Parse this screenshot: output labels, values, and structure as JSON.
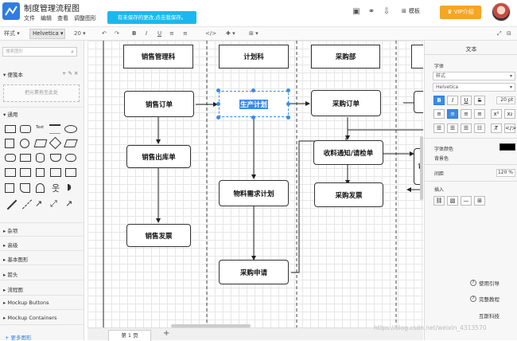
{
  "app": {
    "title": "制度管理流程图",
    "menu": [
      "文件",
      "编辑",
      "查看",
      "调整图形"
    ],
    "save_warning": "有未保存的更改,点击我保存。",
    "template_label": "模板",
    "vip_label": "VIP介绍"
  },
  "toolbar": {
    "style_label": "样式",
    "font": "Helvetica",
    "font_size": "20",
    "bold": "B",
    "italic": "I",
    "underline": "U",
    "code": "</>"
  },
  "sidebar": {
    "search_placeholder": "搜索图形",
    "scratchpad_title": "便笺本",
    "scratchpad_drop": "把元素拖至此处",
    "general_title": "通用",
    "text_shape_label": "Text",
    "categories": [
      "杂项",
      "高级",
      "基本图形",
      "箭头",
      "流程图",
      "Mockup Buttons",
      "Mockup Containers"
    ],
    "more_shapes": "+ 更多图形"
  },
  "diagram": {
    "lanes": [
      {
        "header": "销售管理科"
      },
      {
        "header": "计划科"
      },
      {
        "header": "采购部"
      }
    ],
    "nodes": {
      "sales_order": "销售订单",
      "sales_outbound": "销售出库单",
      "sales_invoice": "销售发票",
      "production_plan": "生产计划",
      "material_plan": "物料需求计划",
      "purchase_request": "采购申请",
      "purchase_order": "采购订单",
      "receipt_notice": "收料通知/请检单",
      "purchase_invoice": "采购发票",
      "partial_node": "审"
    }
  },
  "pagebar": {
    "page_tab": "第 1 页",
    "add_page": "+"
  },
  "watermark": "https://blog.csdn.net/weixin_4313570",
  "right_panel": {
    "title": "文本",
    "font_label": "字体",
    "style_select": "样式",
    "font_select": "Helvetica",
    "font_size_value": "20 pt",
    "font_color_label": "字体颜色",
    "background_label": "背景色",
    "spacing_label": "间距",
    "spacing_value": "120 %",
    "insert_label": "插入",
    "help_items": [
      "使用引导",
      "完整教程",
      "互斯科技"
    ],
    "colors": {
      "accent": "#3b8be7",
      "font_color": "#000000"
    }
  }
}
